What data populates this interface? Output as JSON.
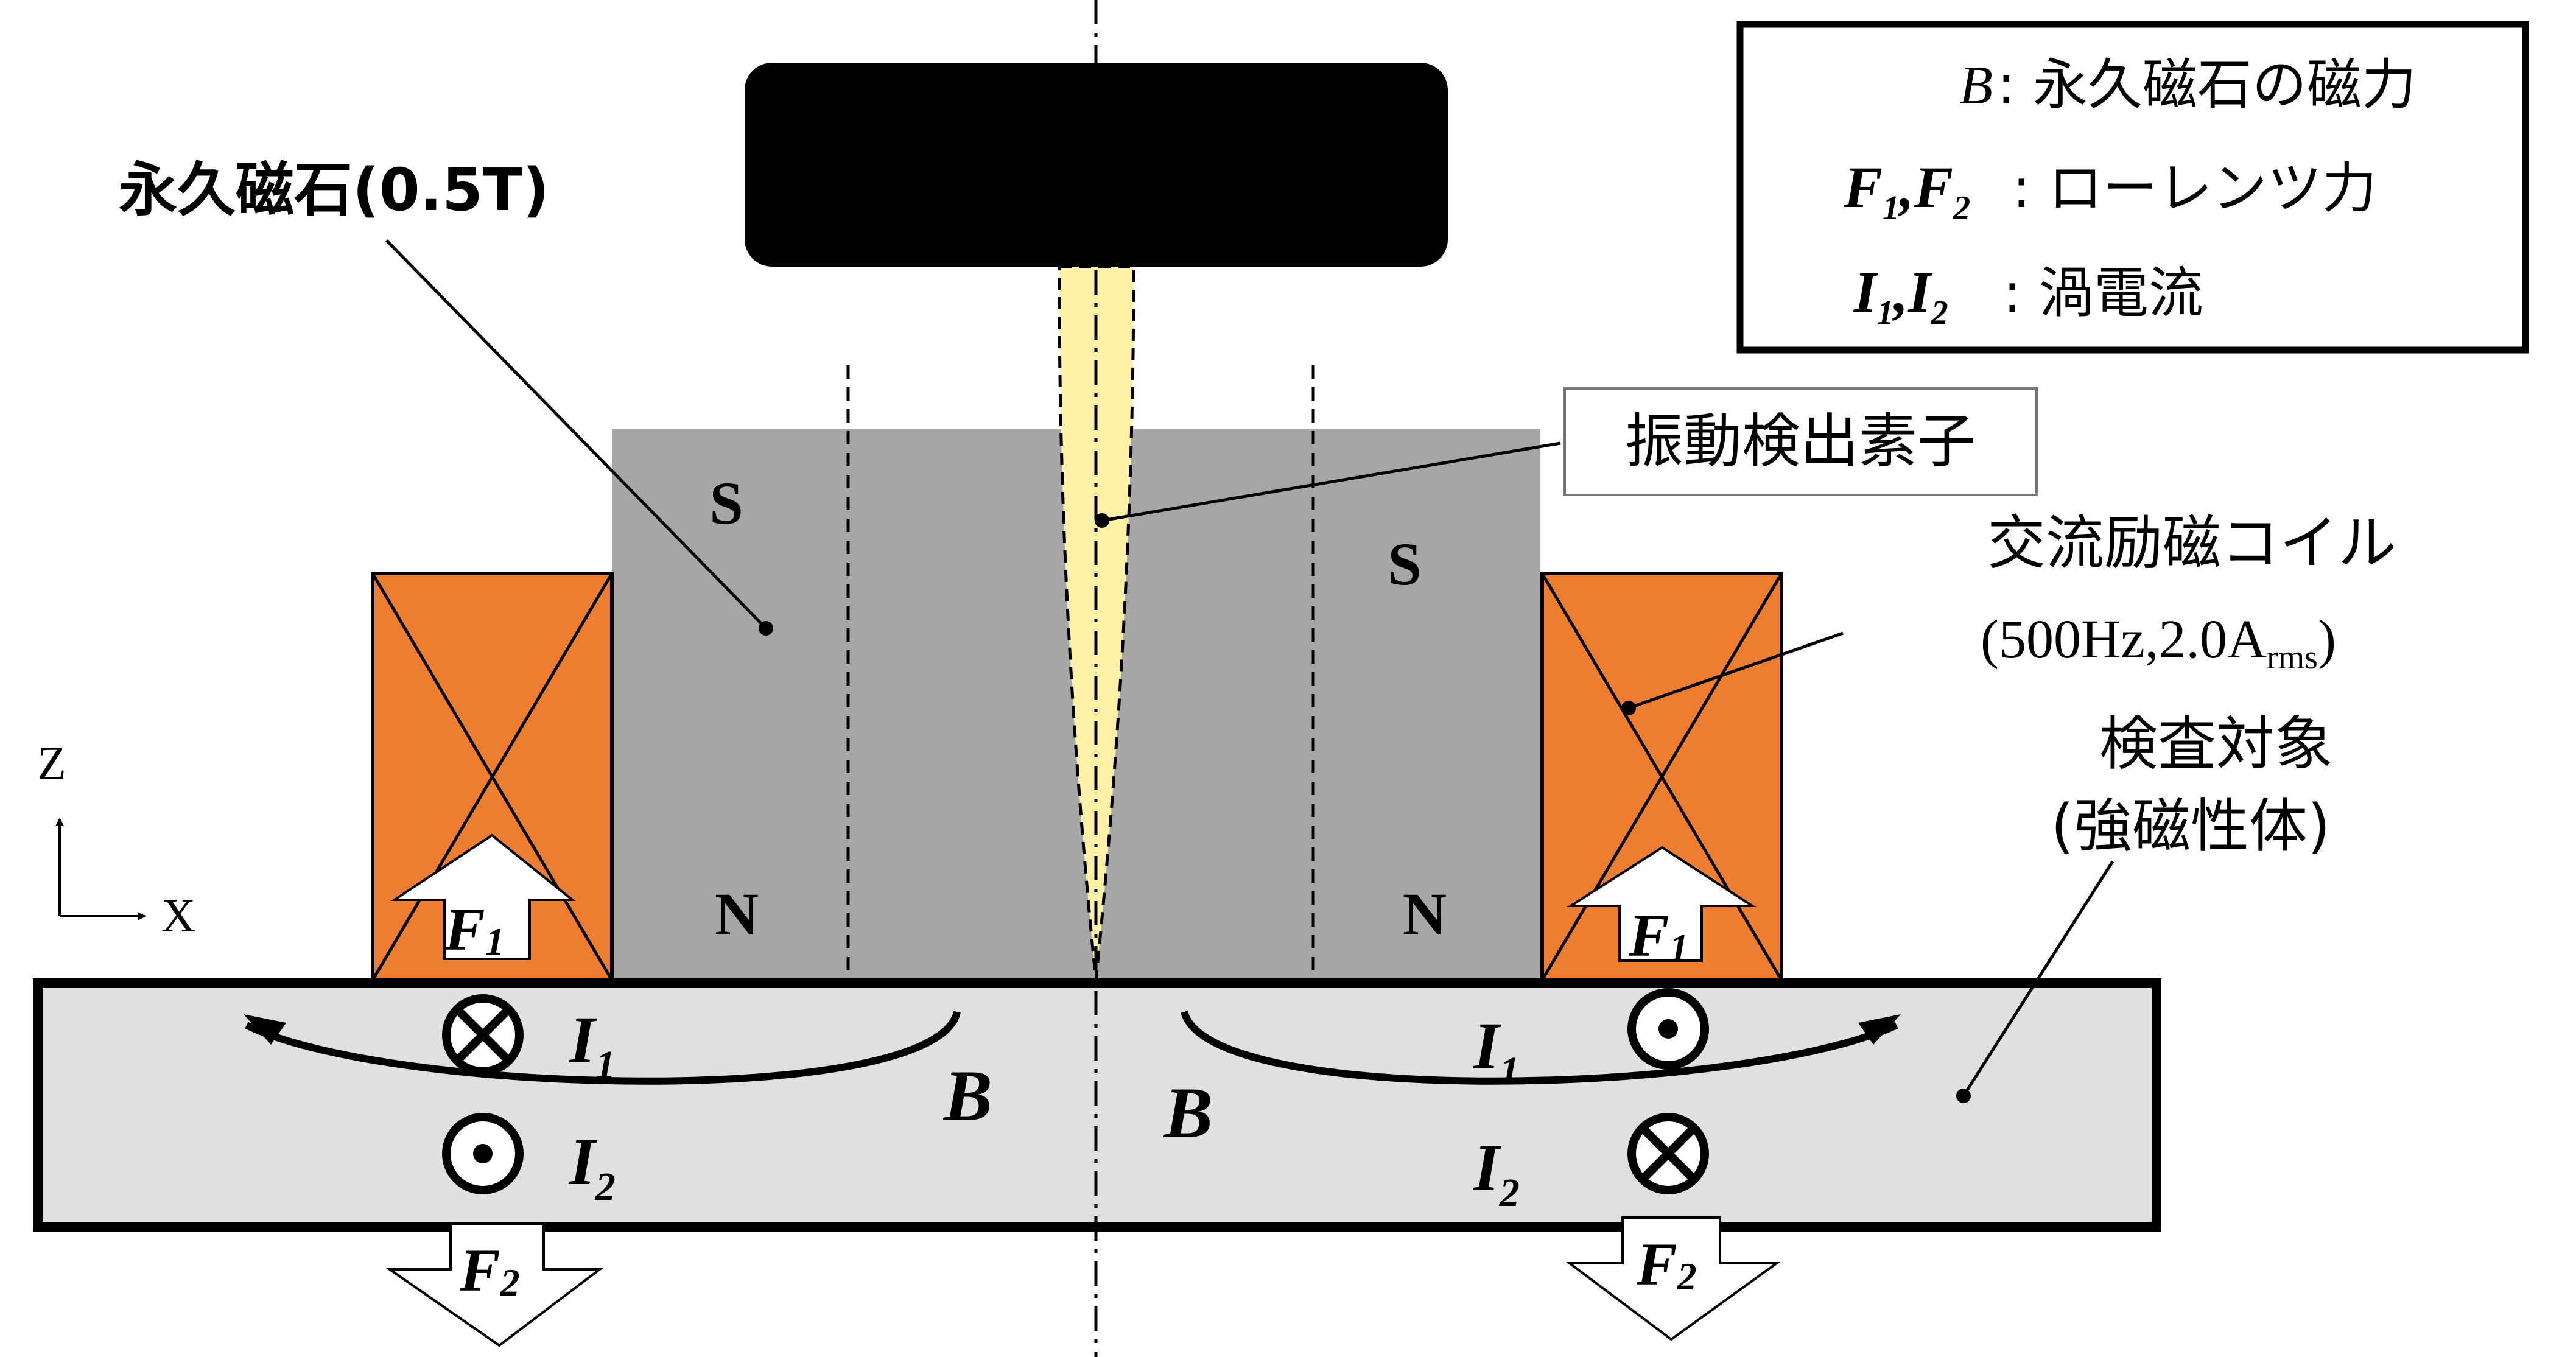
{
  "labels": {
    "magnet": "永久磁石(0.5T)",
    "sensor": "振動検出素子",
    "coil": "交流励磁コイル",
    "coil_spec_main": "(500Hz,2.0A",
    "coil_spec_sub": "rms",
    "coil_spec_end": ")",
    "target": "検査対象",
    "target_sub": "(強磁性体)",
    "pole_s": "S",
    "pole_n": "N",
    "axis_z": "Z",
    "axis_x": "X"
  },
  "legend": {
    "b_symbol": "B",
    "b_desc": ": 永久磁石の磁力",
    "f_symbol_1": "F",
    "f_sub_1": "1",
    "f_comma": ",",
    "f_symbol_2": "F",
    "f_sub_2": "2",
    "f_desc": ": ローレンツ力",
    "i_symbol_1": "I",
    "i_sub_1": "1",
    "i_comma": ",",
    "i_symbol_2": "I",
    "i_sub_2": "2",
    "i_desc": ": 渦電流"
  },
  "symbols": {
    "F": "F",
    "I": "I",
    "B": "B",
    "sub1": "1",
    "sub2": "2"
  },
  "colors": {
    "magnet": "#a6a6a6",
    "coil": "#ed7d31",
    "target": "#e0e0e0",
    "sensor": "#fff2a8",
    "head": "#000000"
  }
}
